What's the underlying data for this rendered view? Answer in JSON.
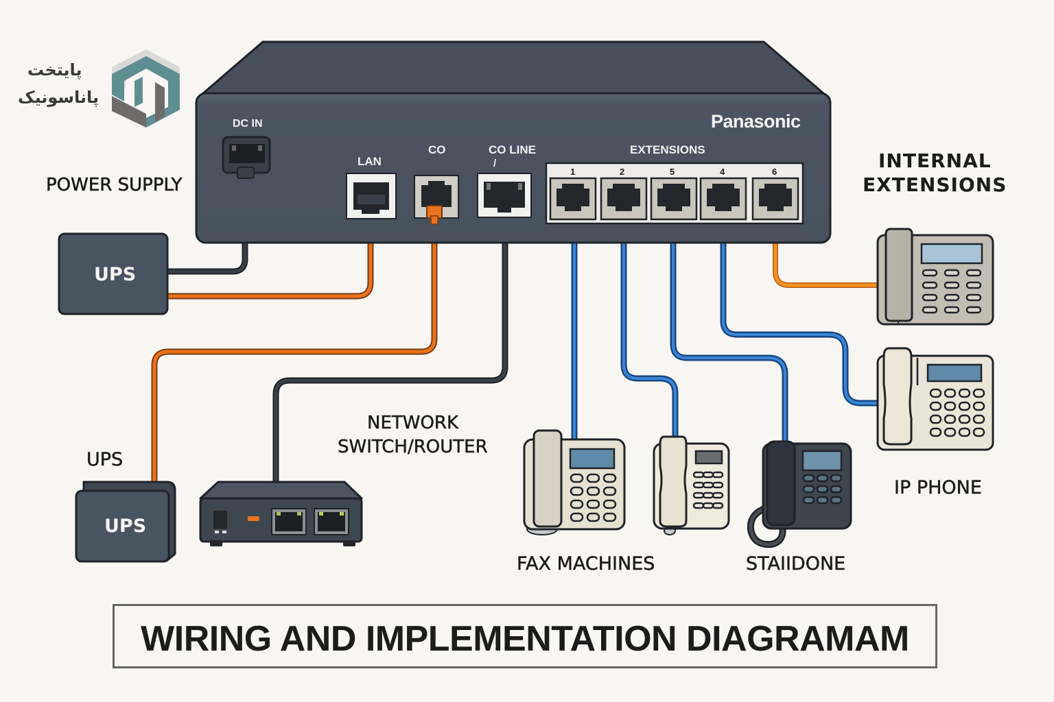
{
  "logo": {
    "line1": "پایتخت",
    "line2": "پاناسونیک"
  },
  "pbx": {
    "brand": "Panasonic",
    "ports": {
      "dc_in": "DC IN",
      "lan": "LAN",
      "co": "CO",
      "co_line": "CO LINE",
      "co_line_mark": "/",
      "extensions": "EXTENSIONS"
    },
    "extension_numbers": [
      "1",
      "2",
      "5",
      "4",
      "6"
    ]
  },
  "labels": {
    "power_supply": "POWER SUPPLY",
    "ups_top_box": "UPS",
    "ups_bottom_caption": "UPS",
    "ups_bottom_box": "UPS",
    "network_line1": "NETWORK",
    "network_line2": "SWITCH/ROUTER",
    "internal_line1": "INTERNAL",
    "internal_line2": "EXTENSIONS",
    "ip_phone": "IP PHONE",
    "fax_machines": "FAX MACHINES",
    "standone": "STAIIDONE"
  },
  "title": "WIRING AND IMPLEMENTATION DIAGRAMAM",
  "colors": {
    "background": "#f8f6f3",
    "device_dark": "#4a5360",
    "device_top": "#474f5a",
    "outline": "#1f2328",
    "cable_orange": "#e07020",
    "cable_blue": "#2c72c4",
    "cable_black": "#2b2f35",
    "phone_beige": "#e6e1d3",
    "phone_gray": "#c5c0b4",
    "lcd": "#5f8aa8",
    "logo_teal": "#5f8e92",
    "logo_gray": "#6e6c6a",
    "logo_light": "#d9d9d9"
  },
  "connections": [
    {
      "from": "DC IN",
      "to": "UPS (power supply)",
      "cable": "black"
    },
    {
      "from": "LAN",
      "to": "UPS (power supply)",
      "cable": "orange"
    },
    {
      "from": "CO",
      "to": "UPS (bottom)",
      "cable": "orange"
    },
    {
      "from": "CO LINE",
      "to": "Network switch/router",
      "cable": "black"
    },
    {
      "from": "Extension 1",
      "to": "Fax machine phone 1",
      "cable": "blue"
    },
    {
      "from": "Extension 2",
      "to": "Fax machine phone 2",
      "cable": "blue"
    },
    {
      "from": "Extension 5",
      "to": "Standone phone",
      "cable": "blue"
    },
    {
      "from": "Extension 4",
      "to": "IP phone",
      "cable": "blue"
    },
    {
      "from": "Extension 6",
      "to": "Internal extension phone",
      "cable": "orange"
    }
  ]
}
